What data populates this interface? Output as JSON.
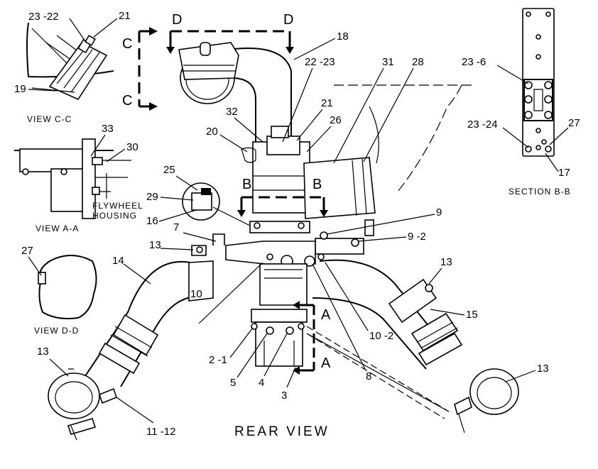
{
  "diagram": {
    "views": {
      "cc": "VIEW C-C",
      "aa": "VIEW A-A",
      "dd": "VIEW D-D",
      "bb": "SECTION B-B",
      "rear": "REAR VIEW"
    },
    "flywheel": {
      "line1": "FLYWHEEL",
      "line2": "HOUSING"
    },
    "section_letters": {
      "c": "C",
      "d": "D",
      "b": "B",
      "a": "A"
    },
    "callouts": {
      "c23_22": "23 -22",
      "c21_cc": "21",
      "c19": "19",
      "c18": "18",
      "c22_23": "22 -23",
      "c21": "21",
      "c31": "31",
      "c28": "28",
      "c32": "32",
      "c20": "20",
      "c26": "26",
      "c33": "33",
      "c30": "30",
      "c25": "25",
      "c29": "29",
      "c16": "16",
      "c7": "7",
      "c9": "9",
      "c9_2": "9 -2",
      "c13_left": "13",
      "c27_dd": "27",
      "c14": "14",
      "c13_right": "13",
      "c15": "15",
      "c10": "10",
      "c10_2": "10 -2",
      "c8": "8",
      "c2_1": "2 -1",
      "c5": "5",
      "c4": "4",
      "c3": "3",
      "c13_bl": "13",
      "c11_12": "11 -12",
      "c13_br": "13",
      "c23_6": "23 -6",
      "c23_24": "23 -24",
      "c27_bb": "27",
      "c17": "17"
    }
  }
}
